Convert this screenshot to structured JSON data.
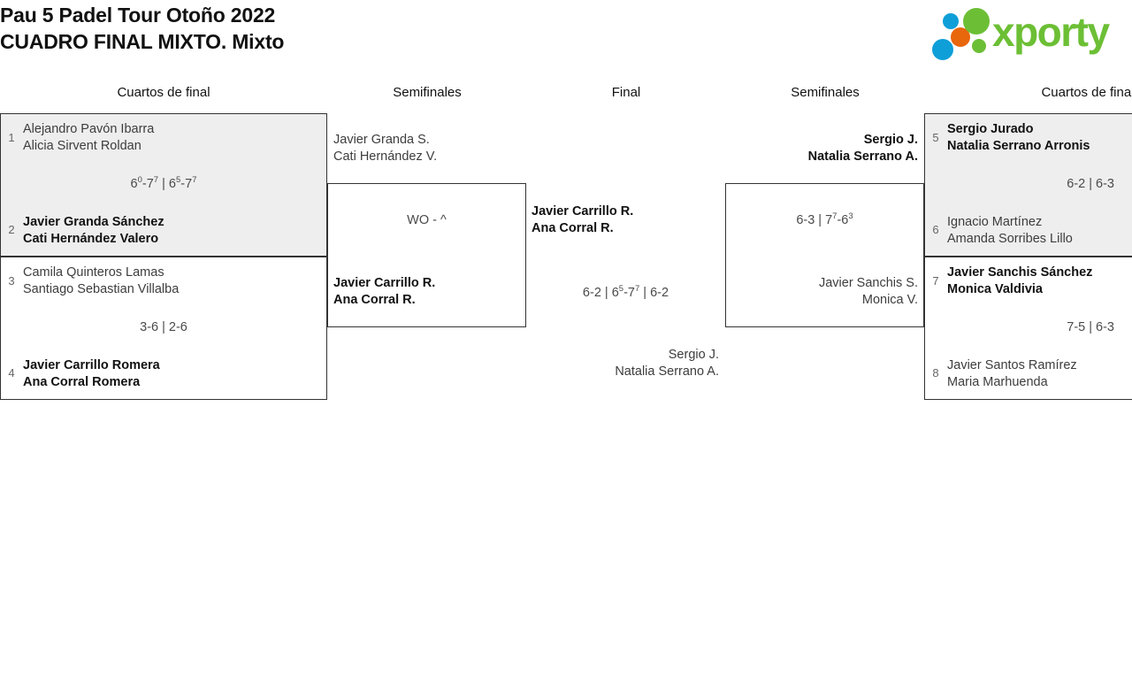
{
  "header": {
    "title_line1": "Pau 5 Padel Tour Otoño 2022",
    "title_line2": "CUADRO FINAL MIXTO. Mixto",
    "logo_text": "xporty",
    "logo_colors": {
      "green": "#6cbf35",
      "blue": "#0e9fd8",
      "orange": "#e8660c"
    }
  },
  "rounds": [
    {
      "label": "Cuartos de final"
    },
    {
      "label": "Semifinales"
    },
    {
      "label": "Final"
    },
    {
      "label": "Semifinales"
    },
    {
      "label": "Cuartos de final"
    }
  ],
  "bracket": {
    "qf_left": [
      {
        "seed_top": "1",
        "top_line1": "Alejandro Pavón Ibarra",
        "top_line2": "Alicia Sirvent Roldan",
        "top_winner": false,
        "seed_bottom": "2",
        "bottom_line1": "Javier Granda Sánchez",
        "bottom_line2": "Cati Hernández Valero",
        "bottom_winner": true,
        "score_parts": [
          {
            "main": "6",
            "sup": "0"
          },
          {
            "main": "-7",
            "sup": "7"
          },
          {
            "main": " | 6",
            "sup": "5"
          },
          {
            "main": "-7",
            "sup": "7"
          }
        ],
        "score_plain": "60-77 | 65-77",
        "shaded": true
      },
      {
        "seed_top": "3",
        "top_line1": "Camila Quinteros Lamas",
        "top_line2": "Santiago Sebastian Villalba",
        "top_winner": false,
        "seed_bottom": "4",
        "bottom_line1": "Javier Carrillo Romera",
        "bottom_line2": "Ana Corral Romera",
        "bottom_winner": true,
        "score_parts": [
          {
            "main": "3-6 | 2-6",
            "sup": ""
          }
        ],
        "score_plain": "3-6 | 2-6",
        "shaded": false
      }
    ],
    "qf_right": [
      {
        "seed_top": "5",
        "top_line1": "Sergio Jurado",
        "top_line2": "Natalia Serrano Arronis",
        "top_winner": true,
        "seed_bottom": "6",
        "bottom_line1": "Ignacio Martínez",
        "bottom_line2": "Amanda Sorribes Lillo",
        "bottom_winner": false,
        "score_parts": [
          {
            "main": "6-2 | 6-3",
            "sup": ""
          }
        ],
        "score_plain": "6-2 | 6-3",
        "shaded": true
      },
      {
        "seed_top": "7",
        "top_line1": "Javier Sanchis Sánchez",
        "top_line2": "Monica Valdivia",
        "top_winner": true,
        "seed_bottom": "8",
        "bottom_line1": "Javier Santos Ramírez",
        "bottom_line2": "Maria Marhuenda",
        "bottom_winner": false,
        "score_parts": [
          {
            "main": "7-5 | 6-3",
            "sup": ""
          }
        ],
        "score_plain": "7-5 | 6-3",
        "shaded": false
      }
    ],
    "sf_left": {
      "top_line1": "Javier Granda S.",
      "top_line2": "Cati Hernández V.",
      "top_winner": false,
      "bottom_line1": "Javier Carrillo R.",
      "bottom_line2": "Ana Corral R.",
      "bottom_winner": true,
      "score_parts": [
        {
          "main": "WO - ^",
          "sup": ""
        }
      ],
      "score_plain": "WO - ^"
    },
    "sf_right": {
      "top_line1": "Sergio J.",
      "top_line2": "Natalia Serrano A.",
      "top_winner": true,
      "bottom_line1": "Javier Sanchis S.",
      "bottom_line2": "Monica V.",
      "bottom_winner": false,
      "score_parts": [
        {
          "main": "6-3 | 7",
          "sup": "7"
        },
        {
          "main": "-6",
          "sup": "3"
        }
      ],
      "score_plain": "6-3 | 77-63"
    },
    "final": {
      "winner_line1": "Javier Carrillo R.",
      "winner_line2": "Ana Corral R.",
      "runner_line1": "Sergio J.",
      "runner_line2": "Natalia Serrano A.",
      "score_parts": [
        {
          "main": "6-2 | 6",
          "sup": "5"
        },
        {
          "main": "-7",
          "sup": "7"
        },
        {
          "main": " | 6-2",
          "sup": ""
        }
      ],
      "score_plain": "6-2 | 65-77 | 6-2"
    }
  }
}
